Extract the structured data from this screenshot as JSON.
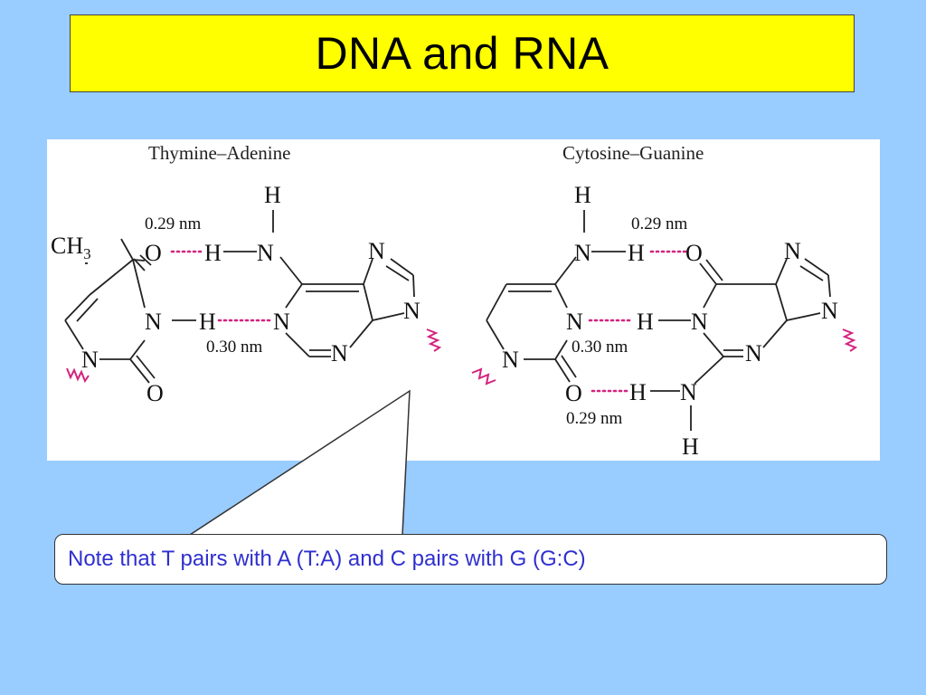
{
  "slide": {
    "title": "DNA and RNA",
    "note": "Note that T pairs with A (T:A) and C pairs with G (G:C)"
  },
  "diagram": {
    "ta": {
      "header": "Thymine–Adenine",
      "dist_top": "0.29 nm",
      "dist_mid": "0.30 nm",
      "ch3_base": "CH",
      "ch3_sub": "3"
    },
    "cg": {
      "header": "Cytosine–Guanine",
      "dist_top": "0.29 nm",
      "dist_mid": "0.30 nm",
      "dist_bot": "0.29 nm"
    },
    "atoms": {
      "n": "N",
      "o": "O",
      "h": "H"
    }
  },
  "colors": {
    "background": "#99ccff",
    "title_bg": "#ffff00",
    "hbond": "#d4237f",
    "note_text": "#2f2fd0"
  }
}
